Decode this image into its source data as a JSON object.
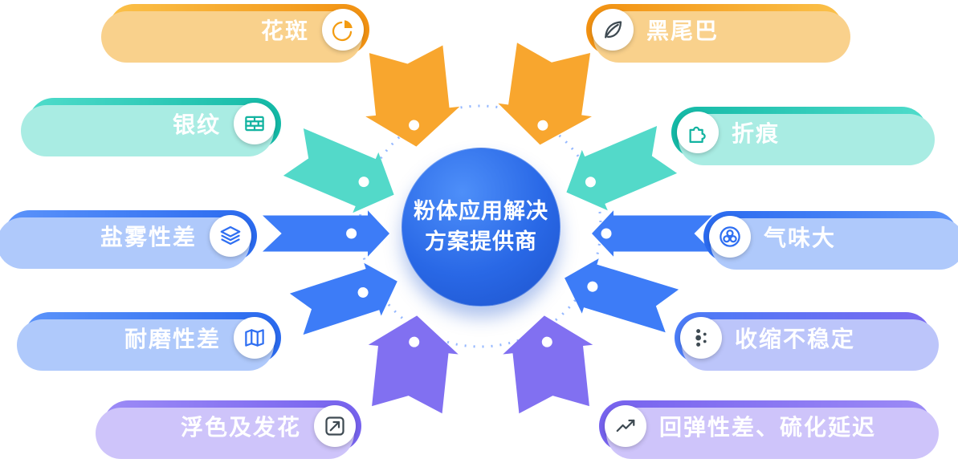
{
  "center": {
    "line1": "粉体应用解决",
    "line2": "方案提供商"
  },
  "items": [
    {
      "label": "花斑",
      "icon": "pie-chart-icon"
    },
    {
      "label": "黑尾巴",
      "icon": "leaf-icon"
    },
    {
      "label": "银纹",
      "icon": "bricks-icon"
    },
    {
      "label": "折痕",
      "icon": "puzzle-icon"
    },
    {
      "label": "盐雾性差",
      "icon": "layers-icon"
    },
    {
      "label": "气味大",
      "icon": "bubbles-icon"
    },
    {
      "label": "耐磨性差",
      "icon": "map-icon"
    },
    {
      "label": "收缩不稳定",
      "icon": "dots-icon"
    },
    {
      "label": "浮色及发花",
      "icon": "edit-chart-icon"
    },
    {
      "label": "回弹性差、硫化延迟",
      "icon": "trend-line-icon"
    }
  ],
  "colors": {
    "orange": "#F8A62E",
    "teal": "#53D9C9",
    "blue": "#3D7CF7",
    "purple": "#8170F1",
    "center_blue": "#2968E6",
    "ring": "#8FB4FF"
  }
}
